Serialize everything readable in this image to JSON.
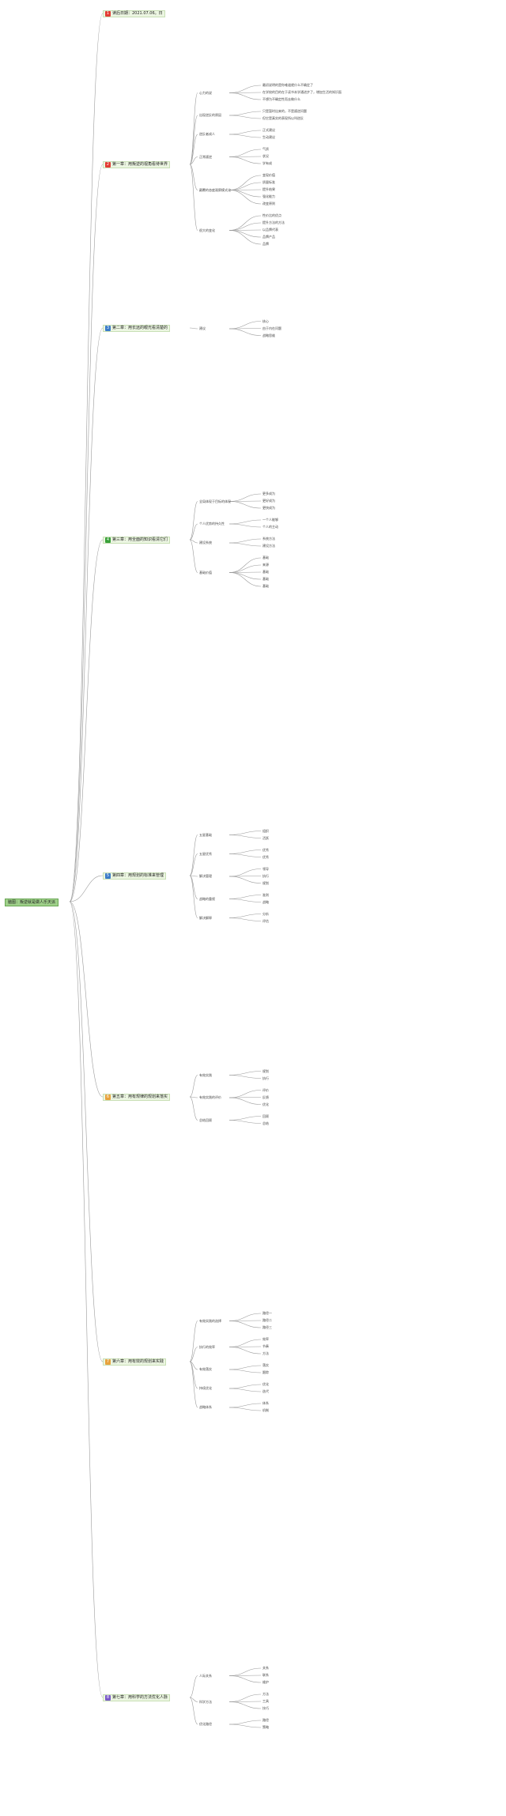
{
  "root": "脑图：叛逆就是做人乐天派",
  "chapters": [
    {
      "num": "1",
      "title": "读后日期：2021.07.06。日",
      "color": "#e33b33",
      "children": []
    },
    {
      "num": "2",
      "title": "第一章：用叛逆的视角看待世界",
      "color": "#e33b33",
      "children": [
        {
          "text": "心力的说",
          "kids": [
            "最初说明的是你难道就什么不确定了",
            "在学校的目的在于读书本学通进步了，增加生活的知识面",
            "不想为不确定性而去做什么"
          ]
        },
        {
          "text": "出现逆反的原因",
          "kids": [
            "只是暂时出来的，不是叛逆问题",
            "但它是真实的表现所以叫逆反"
          ]
        },
        {
          "text": "逆反者成人",
          "kids": [
            "正式建议",
            "生动建议"
          ]
        },
        {
          "text": "正常叛逆",
          "kids": [
            "气质",
            "状况",
            "学有成"
          ]
        },
        {
          "text": "颠覆的态度观察模式化",
          "kids": [
            "变现价值",
            "质量标准",
            "提升结果",
            "强化能力",
            "改变原则"
          ]
        },
        {
          "text": "很大的变化",
          "kids": [
            "性价比的优点",
            "提升方法的方法",
            "以品牌代表",
            "品牌产品",
            "品牌"
          ]
        }
      ]
    },
    {
      "num": "3",
      "title": "第二章：用长远的眼光看清楚的",
      "color": "#3b7cc9",
      "children": [
        {
          "text": "建议",
          "kids": [
            "核心",
            "由于内在问题",
            "战略思维"
          ]
        }
      ]
    },
    {
      "num": "4",
      "title": "第三章：用全面的知识看清它们",
      "color": "#3aa13a",
      "children": [
        {
          "text": "全局体现于目标的体现",
          "kids": [
            "更多成为",
            "更好成为",
            "更快成为"
          ]
        },
        {
          "text": "个人优势的持久性",
          "kids": [
            "一个人能够",
            "个人的主动"
          ]
        },
        {
          "text": "建设系统",
          "kids": [
            "系统方法",
            "建设方法"
          ]
        },
        {
          "text": "基础价值",
          "kids": [
            "基础",
            "来源",
            "基础",
            "基础",
            "基础"
          ]
        }
      ]
    },
    {
      "num": "5",
      "title": "第四章：用规划的标准来管理",
      "color": "#3b7cc9",
      "children": [
        {
          "text": "五星基础",
          "kids": [
            "组织",
            "活跃"
          ]
        },
        {
          "text": "五星优秀",
          "kids": [
            "优秀",
            "优秀"
          ]
        },
        {
          "text": "解决管理",
          "kids": [
            "领导",
            "执行",
            "规划"
          ]
        },
        {
          "text": "战略的重视",
          "kids": [
            "准则",
            "战略"
          ]
        },
        {
          "text": "解决解释",
          "kids": [
            "分析",
            "评估"
          ]
        }
      ]
    },
    {
      "num": "6",
      "title": "第五章：用有规律的规划来落实",
      "color": "#e8a33d",
      "children": [
        {
          "text": "有效实践",
          "kids": [
            "规划",
            "执行"
          ]
        },
        {
          "text": "有效实践的评价",
          "kids": [
            "评价",
            "反馈",
            "优化"
          ]
        },
        {
          "text": "总结回顾",
          "kids": [
            "回顾",
            "总结"
          ]
        }
      ]
    },
    {
      "num": "7",
      "title": "第六章：用有效的规划来实践",
      "color": "#e8a33d",
      "children": [
        {
          "text": "有效实践的选择",
          "kids": [
            "路径一",
            "路径二",
            "路径三"
          ]
        },
        {
          "text": "执行的效率",
          "kids": [
            "效率",
            "节奏",
            "方法"
          ]
        },
        {
          "text": "有效落实",
          "kids": [
            "落实",
            "跟踪"
          ]
        },
        {
          "text": "持续优化",
          "kids": [
            "优化",
            "迭代"
          ]
        },
        {
          "text": "战略体系",
          "kids": [
            "体系",
            "机制"
          ]
        }
      ]
    },
    {
      "num": "8",
      "title": "第七章：用科学的方法优化人脉",
      "color": "#7a5ac9",
      "children": [
        {
          "text": "人际关系",
          "kids": [
            "关系",
            "联系",
            "维护"
          ]
        },
        {
          "text": "科学方法",
          "kids": [
            "方法",
            "工具",
            "技巧"
          ]
        },
        {
          "text": "优化路径",
          "kids": [
            "路径",
            "策略"
          ]
        }
      ]
    }
  ]
}
